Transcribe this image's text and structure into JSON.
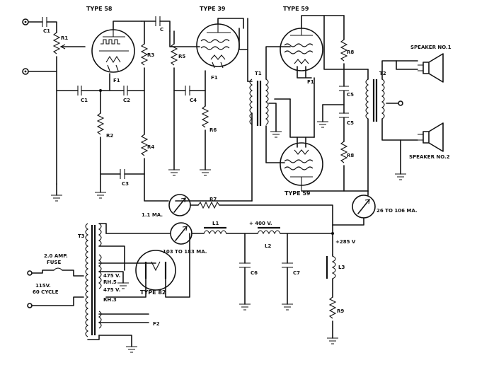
{
  "tubes": {
    "t58": "TYPE 58",
    "t39a": "TYPE 39",
    "t59a": "TYPE 59",
    "t59b": "TYPE 59",
    "t82": "TYPE 82"
  },
  "components": {
    "C1a": "C1",
    "C1b": "C1",
    "C2": "C2",
    "C3": "C3",
    "C4": "C4",
    "C5a": "C5",
    "C5b": "C5",
    "C6": "C6",
    "C7": "C7",
    "Cx": "C",
    "R1": "R1",
    "R2": "R2",
    "R3": "R3",
    "R4": "R4",
    "R5": "R5",
    "R6": "R6",
    "R7": "R7",
    "R8a": "R8",
    "R8b": "R8",
    "R9": "R9",
    "L1": "L1",
    "L2": "L2",
    "L3": "L3",
    "T1": "T1",
    "T2": "T2",
    "T3": "T3",
    "F1a": "F1",
    "F1b": "F1",
    "F1c": "F1",
    "F2": "F2"
  },
  "meters": {
    "m1": "1.1 MA.",
    "m2": "26 TO 106 MA.",
    "m3": "103 TO 183 MA."
  },
  "voltages": {
    "v400": "+ 400 V.",
    "v285": "+285 V"
  },
  "speakers": {
    "s1": "SPEAKER NO.1",
    "s2": "SPEAKER NO.2"
  },
  "power": {
    "fuse": [
      "2.0 AMP.",
      "FUSE"
    ],
    "mains": [
      "115V.",
      "60 CYCLE"
    ],
    "taps": [
      "475 V.",
      "RH.5",
      "475 V.",
      "RH.3"
    ]
  }
}
